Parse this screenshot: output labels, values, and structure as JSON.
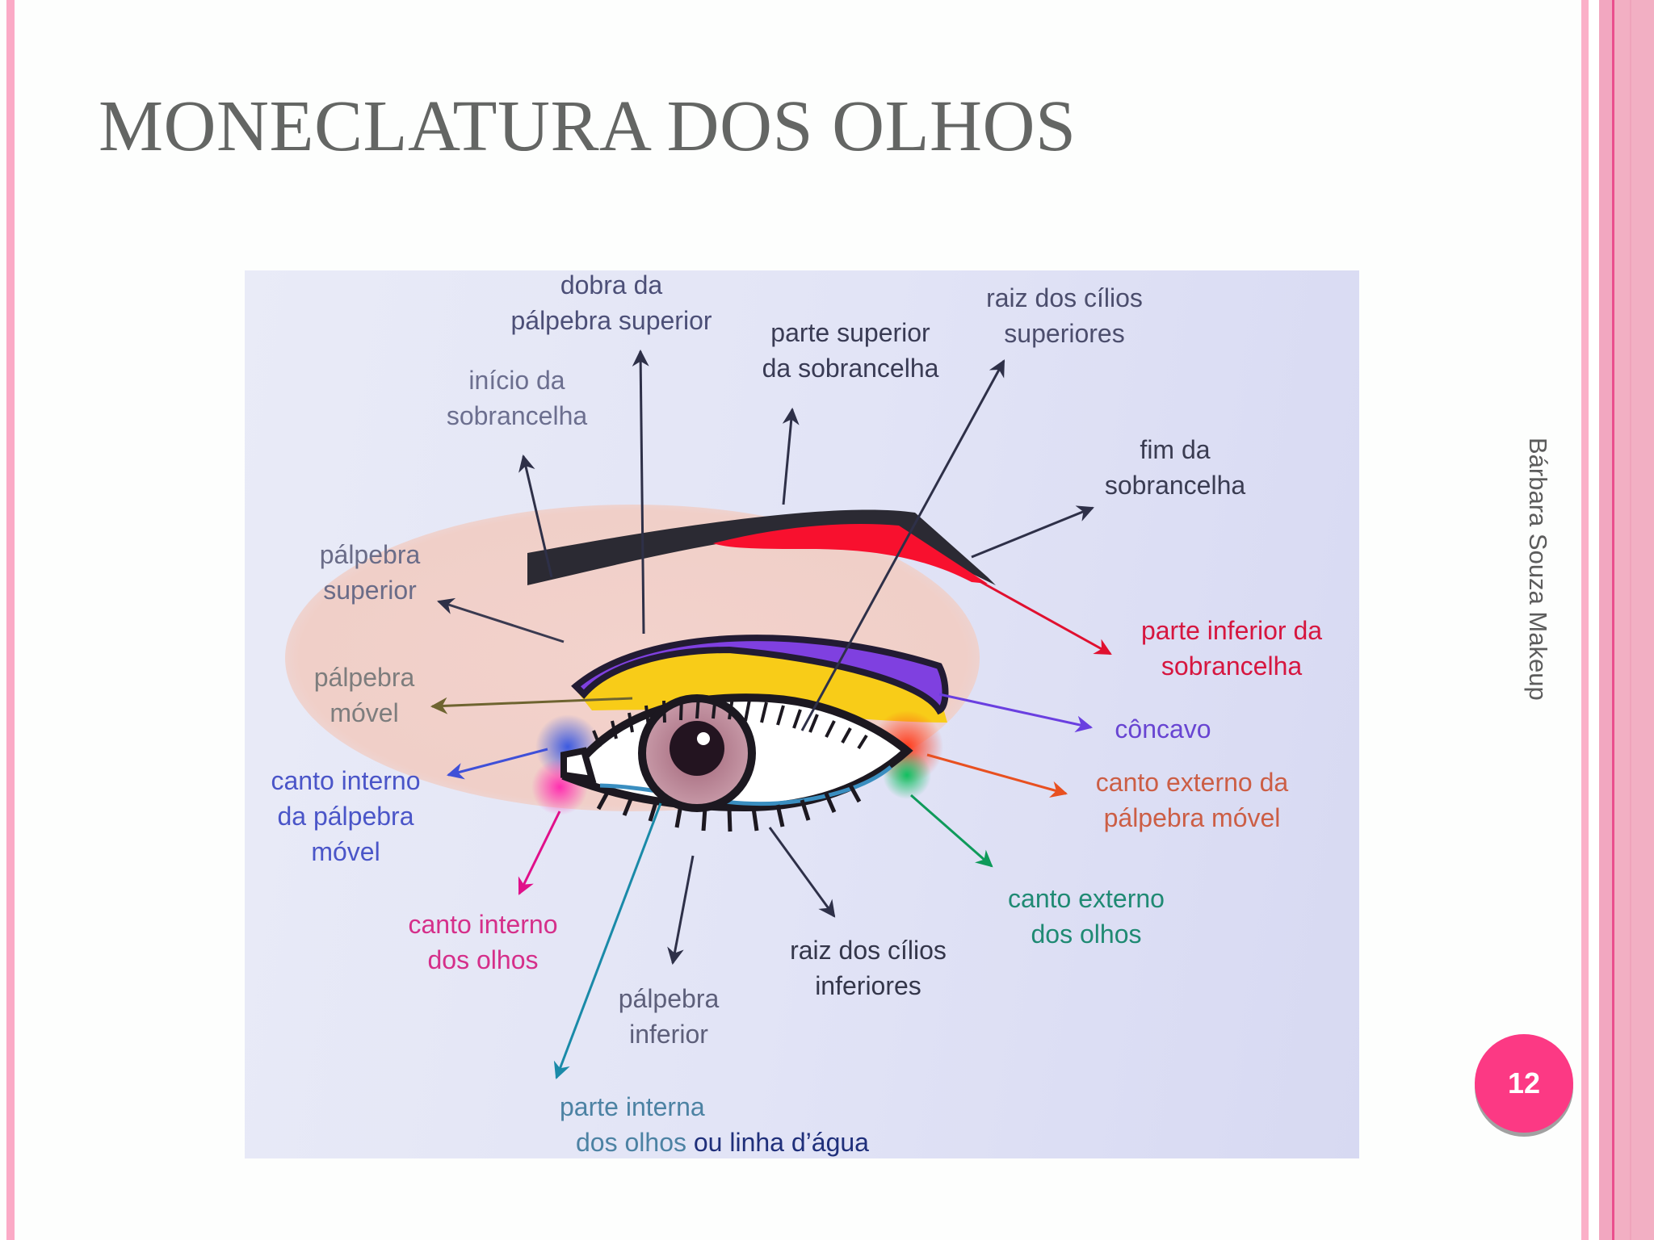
{
  "slide": {
    "title": "MONECLATURA DOS OLHOS",
    "author": "Bárbara Souza Makeup",
    "page_number": "12",
    "colors": {
      "accent_pink": "#fc3984",
      "stripe_pink": "#fbaac6",
      "title_gray": "#646664"
    }
  },
  "diagram": {
    "labels": {
      "dobra_palpebra_superior": {
        "line1": "dobra da",
        "line2": "pálpebra superior",
        "color": "#4c4f77"
      },
      "inicio_sobrancelha": {
        "line1": "início da",
        "line2": "sobrancelha",
        "color": "#6c6f8f"
      },
      "parte_superior_sobrancelha": {
        "line1": "parte superior",
        "line2": "da sobrancelha",
        "color": "#393b54"
      },
      "raiz_cilios_superiores": {
        "line1": "raiz dos cílios",
        "line2": "superiores",
        "color": "#4c4e6d"
      },
      "fim_sobrancelha": {
        "line1": "fim da",
        "line2": "sobrancelha",
        "color": "#3a3c52"
      },
      "palpebra_superior": {
        "line1": "pálpebra",
        "line2": "superior",
        "color": "#6a6c88"
      },
      "parte_inferior_sobrancelha": {
        "line1": "parte inferior da",
        "line2": "sobrancelha",
        "color": "#d6163f"
      },
      "palpebra_movel": {
        "line1": "pálpebra",
        "line2": "móvel",
        "color": "#7d7d7d"
      },
      "concavo": {
        "line1": "côncavo",
        "color": "#6845d2"
      },
      "canto_interno_palpebra_movel": {
        "line1": "canto interno",
        "line2": "da pálpebra",
        "line3": "móvel",
        "color": "#4a55c8"
      },
      "canto_externo_palpebra_movel": {
        "line1": "canto externo da",
        "line2": "pálpebra móvel",
        "color": "#cc5e45"
      },
      "canto_externo_olhos": {
        "line1": "canto externo",
        "line2": "dos olhos",
        "color": "#1f8a73"
      },
      "canto_interno_olhos": {
        "line1": "canto interno",
        "line2": "dos olhos",
        "color": "#d52f8a"
      },
      "raiz_cilios_inferiores": {
        "line1": "raiz dos cílios",
        "line2": "inferiores",
        "color": "#34364a"
      },
      "palpebra_inferior": {
        "line1": "pálpebra",
        "line2": "inferior",
        "color": "#5d5f7a"
      },
      "parte_interna_olhos": {
        "line1": "parte interna",
        "line2": "dos olhos",
        "line2_extra": "ou linha d’água",
        "color": "#4c82a3",
        "extra_color": "#1f2f7a"
      }
    }
  }
}
